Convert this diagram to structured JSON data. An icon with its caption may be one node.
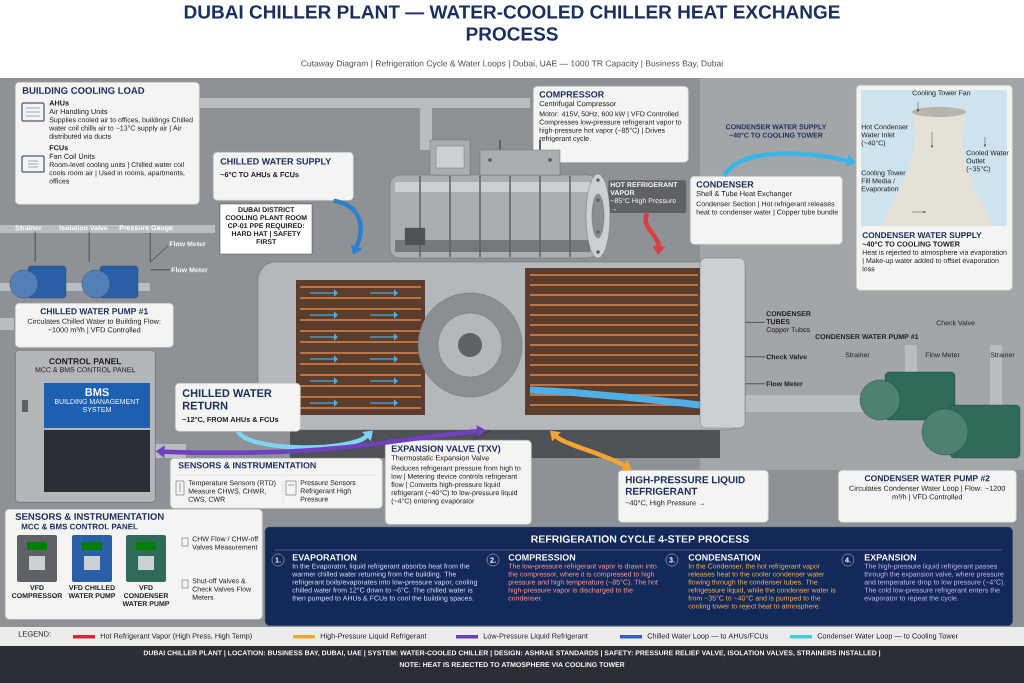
{
  "diagram": {
    "title": "DUBAI CHILLER PLANT — WATER-COOLED CHILLER HEAT EXCHANGE PROCESS",
    "nodes": [
      {
        "text": [
          "BUILDING COOLING LOAD",
          "AHUs",
          "Air Handling Units",
          "Supplies cooled air to offices, buildings Chilled water coil chills air to ~13°C supply air | Air distributed via ducts",
          "FCUs",
          "Fan Coil Units",
          "Room-level cooling units | Chilled water coil cools room air | Used in rooms, apartments, offices"
        ]
      },
      {
        "text": [
          "CHILLED WATER SUPPLY",
          "~6°C TO AHUs & FCUs"
        ]
      },
      {
        "text": [
          "COMPRESSOR",
          "Centrifugal Compressor",
          "Motor: 415V, 50Hz, 600 kW | VFD Controlled Compresses low-pressure refrigerant vapor to high-pressure hot vapor (~85°C) | Drives refrigerant cycle"
        ]
      },
      {
        "text": [
          "CONDENSER",
          "Shell & Tube Heat Exchanger",
          "Condenser Section | Hot refrigerant releases heat to condenser water | Copper tube bundle"
        ]
      },
      {
        "text": [
          "CONDENSER WATER SUPPLY",
          "~40°C TO COOLING TOWER",
          "Heat is rejected to atmosphere via evaporation | Make-up water added to offset evaporation loss"
        ]
      },
      {
        "text": [
          "HOT REFRIGERANT VAPOR",
          "~85°C High Pressure →"
        ]
      },
      {
        "text": [],
        "shape": "picture"
      },
      {
        "text": [],
        "shape": "picture"
      },
      {
        "text": [
          "Strainer"
        ]
      },
      {
        "text": [
          "Isolation Valve"
        ]
      },
      {
        "text": [
          "Pressure Gauge"
        ]
      },
      {
        "text": [
          "Flow Meter"
        ]
      },
      {
        "text": [
          "Flow Meter"
        ]
      },
      {
        "text": [],
        "shape": "picture"
      },
      {
        "text": [
          "CHILLED WATER PUMP #1",
          "Circulates Chilled Water to Building Flow: ~1000 m³/h | VFD Controlled"
        ]
      },
      {
        "text": [
          "CONTROL PANEL",
          "MCC & BMS CONTROL PANEL",
          "BMS",
          "BUILDING MANAGEMENT SYSTEM"
        ]
      },
      {
        "text": [
          "CHILLED WATER RETURN",
          "~12°C, FROM AHUs & FCUs"
        ]
      },
      {
        "text": [
          "CONDENSER TUBES",
          "Copper Tubes"
        ]
      },
      {
        "text": [
          "Check Valve"
        ]
      },
      {
        "text": [
          "Flow Meter"
        ]
      },
      {
        "text": [],
        "shape": "picture"
      },
      {
        "text": [
          "SENSORS & INSTRUMENTATION",
          "Temperature Sensors (RTD)",
          "Measure CHWS, CHWR, CWS, CWR",
          "Pressure Sensors",
          "Refrigerant High Pressure"
        ]
      },
      {
        "text": [
          "EXPANSION VALVE (TXV)",
          "Thermostatic Expansion Valve",
          "Reduces refrigerant pressure from high to low | Metering device controls refrigerant flow | Converts high-pressure liquid refrigerant (~40°C) to low-pressure liquid (~4°C) entering evaporator"
        ]
      },
      {
        "text": [
          "HIGH-PRESSURE LIQUID REFRIGERANT",
          "~40°C, High Pressure →"
        ]
      },
      {
        "text": [
          "CONDENSER WATER PUMP #2",
          "Circulates Condenser Water Loop | Flow: ~1200 m³/h | VFD Controlled"
        ]
      },
      {
        "text": [
          "SENSORS & INSTRUMENTATION",
          "MCC & BMS CONTROL PANEL",
          "VFD COMPRESSOR",
          "VFD CHILLED WATER PUMP",
          "VFD CONDENSER WATER PUMP",
          "CHW Flow / CHW-off Valves Measurement",
          "Shut-off Valves & Check Valves Flow Meters"
        ]
      },
      {
        "text": [
          "REFRIGERATION CYCLE  4-STEP PROCESS",
          "1.",
          "EVAPORATION",
          "In the Evaporator, liquid refrigerant absorbs heat from the warmer chilled water returning from the building. The refrigerant boils/evaporates into low-pressure vapor, cooling chilled water from 12°C down to ~6°C. The chilled water is then pumped to AHUs & FCUs to cool the building spaces.",
          "2.",
          "COMPRESSION",
          "The low-pressure refrigerant vapor is drawn into the compressor, where it is compressed to high pressure and high temperature (~85°C). The hot high-pressure vapor is discharged to the condenser.",
          "3.",
          "CONDENSATION",
          "In the Condenser, the hot refrigerant vapor releases heat to the cooler condenser water flowing through the condenser tubes. The refrigessure liquid, while the condenser water is from ~35°C to ~40°C and is pumped to the cooling tower to reject heat to atmosphere.",
          "4.",
          "EXPANSION",
          "The high-pressure liquid refrigerant passes through the expansion valve, where pressure and temperature drop to low pressure (~4°C). The cold low-pressure refrigerant enters the evaporator to repeat the cycle."
        ]
      }
    ],
    "edges": [
      {
        "from": 1,
        "to": 6,
        "arrow": "to",
        "style": "thick",
        "color": "#2f7fd0"
      },
      {
        "from": 5,
        "to": 6,
        "arrow": "to",
        "style": "thick",
        "color": "#d84040"
      },
      {
        "from": 3,
        "to": 4,
        "arrow": "to",
        "style": "thick",
        "color": "#38b6e8",
        "label": "CONDENSER WATER SUPPLY ~40°C TO COOLING TOWER"
      },
      {
        "from": 16,
        "to": 6,
        "arrow": "to",
        "style": "thick",
        "color": "#7fd4f2"
      },
      {
        "from": 6,
        "to": 15,
        "arrow": "both",
        "style": "thick",
        "color": "#7040c0"
      },
      {
        "from": 22,
        "to": 6,
        "arrow": "none"
      },
      {
        "from": 23,
        "to": 6,
        "arrow": "both",
        "style": "thick",
        "color": "#f2a530"
      },
      {
        "from": 17,
        "to": 6,
        "arrow": "none"
      },
      {
        "from": 18,
        "to": 6,
        "arrow": "none"
      },
      {
        "from": 19,
        "to": 6,
        "arrow": "none"
      },
      {
        "from": 8,
        "to": 13,
        "arrow": "none"
      },
      {
        "from": 9,
        "to": 13,
        "arrow": "none"
      },
      {
        "from": 10,
        "to": 13,
        "arrow": "none"
      },
      {
        "from": 11,
        "to": 13,
        "arrow": "none"
      },
      {
        "from": 12,
        "to": 13,
        "arrow": "none"
      }
    ],
    "labels": [
      "Cutaway Diagram | Refrigeration Cycle & Water Loops | Dubai, UAE — 1000 TR Capacity | Business Bay, Dubai",
      "DUBAI DISTRICT COOLING PLANT ROOM CP-01 PPE REQUIRED: HARD HAT | SAFETY FIRST",
      "Cooling Tower Fan",
      "Hot Condenser Water Inlet (~40°C)",
      "Cooling Tower Fill Media / Evaporation",
      "Cooled Water Outlet (~35°C)",
      "CONDENSER WATER PUMP #1",
      "Check Valve",
      "Strainer",
      "Flow Meter",
      "Strainer",
      "LEGEND:",
      "DUBAI CHILLER PLANT | LOCATION: BUSINESS BAY, DUBAI, UAE | SYSTEM: WATER-COOLED CHILLER | DESIGN: ASHRAE STANDARDS | SAFETY: PRESSURE RELIEF VALVE, ISOLATION VALVES, STRAINERS INSTALLED |",
      "NOTE: HEAT IS REJECTED TO ATMOSPHERE VIA COOLING TOWER"
    ],
    "legend": [
      {
        "text": "Hot Refrigerant Vapor (High Press, High Temp)",
        "color": "#d7263d"
      },
      {
        "text": "High-Pressure Liquid Refrigerant",
        "color": "#f0a830"
      },
      {
        "text": "Low-Pressure Liquid Refrigerant",
        "color": "#6a3fb5"
      },
      {
        "text": "Chilled Water Loop — to AHUs/FCUs",
        "color": "#2f62c0"
      },
      {
        "text": "Condenser Water Loop — to Cooling Tower",
        "color": "#3fd3d6"
      }
    ]
  }
}
